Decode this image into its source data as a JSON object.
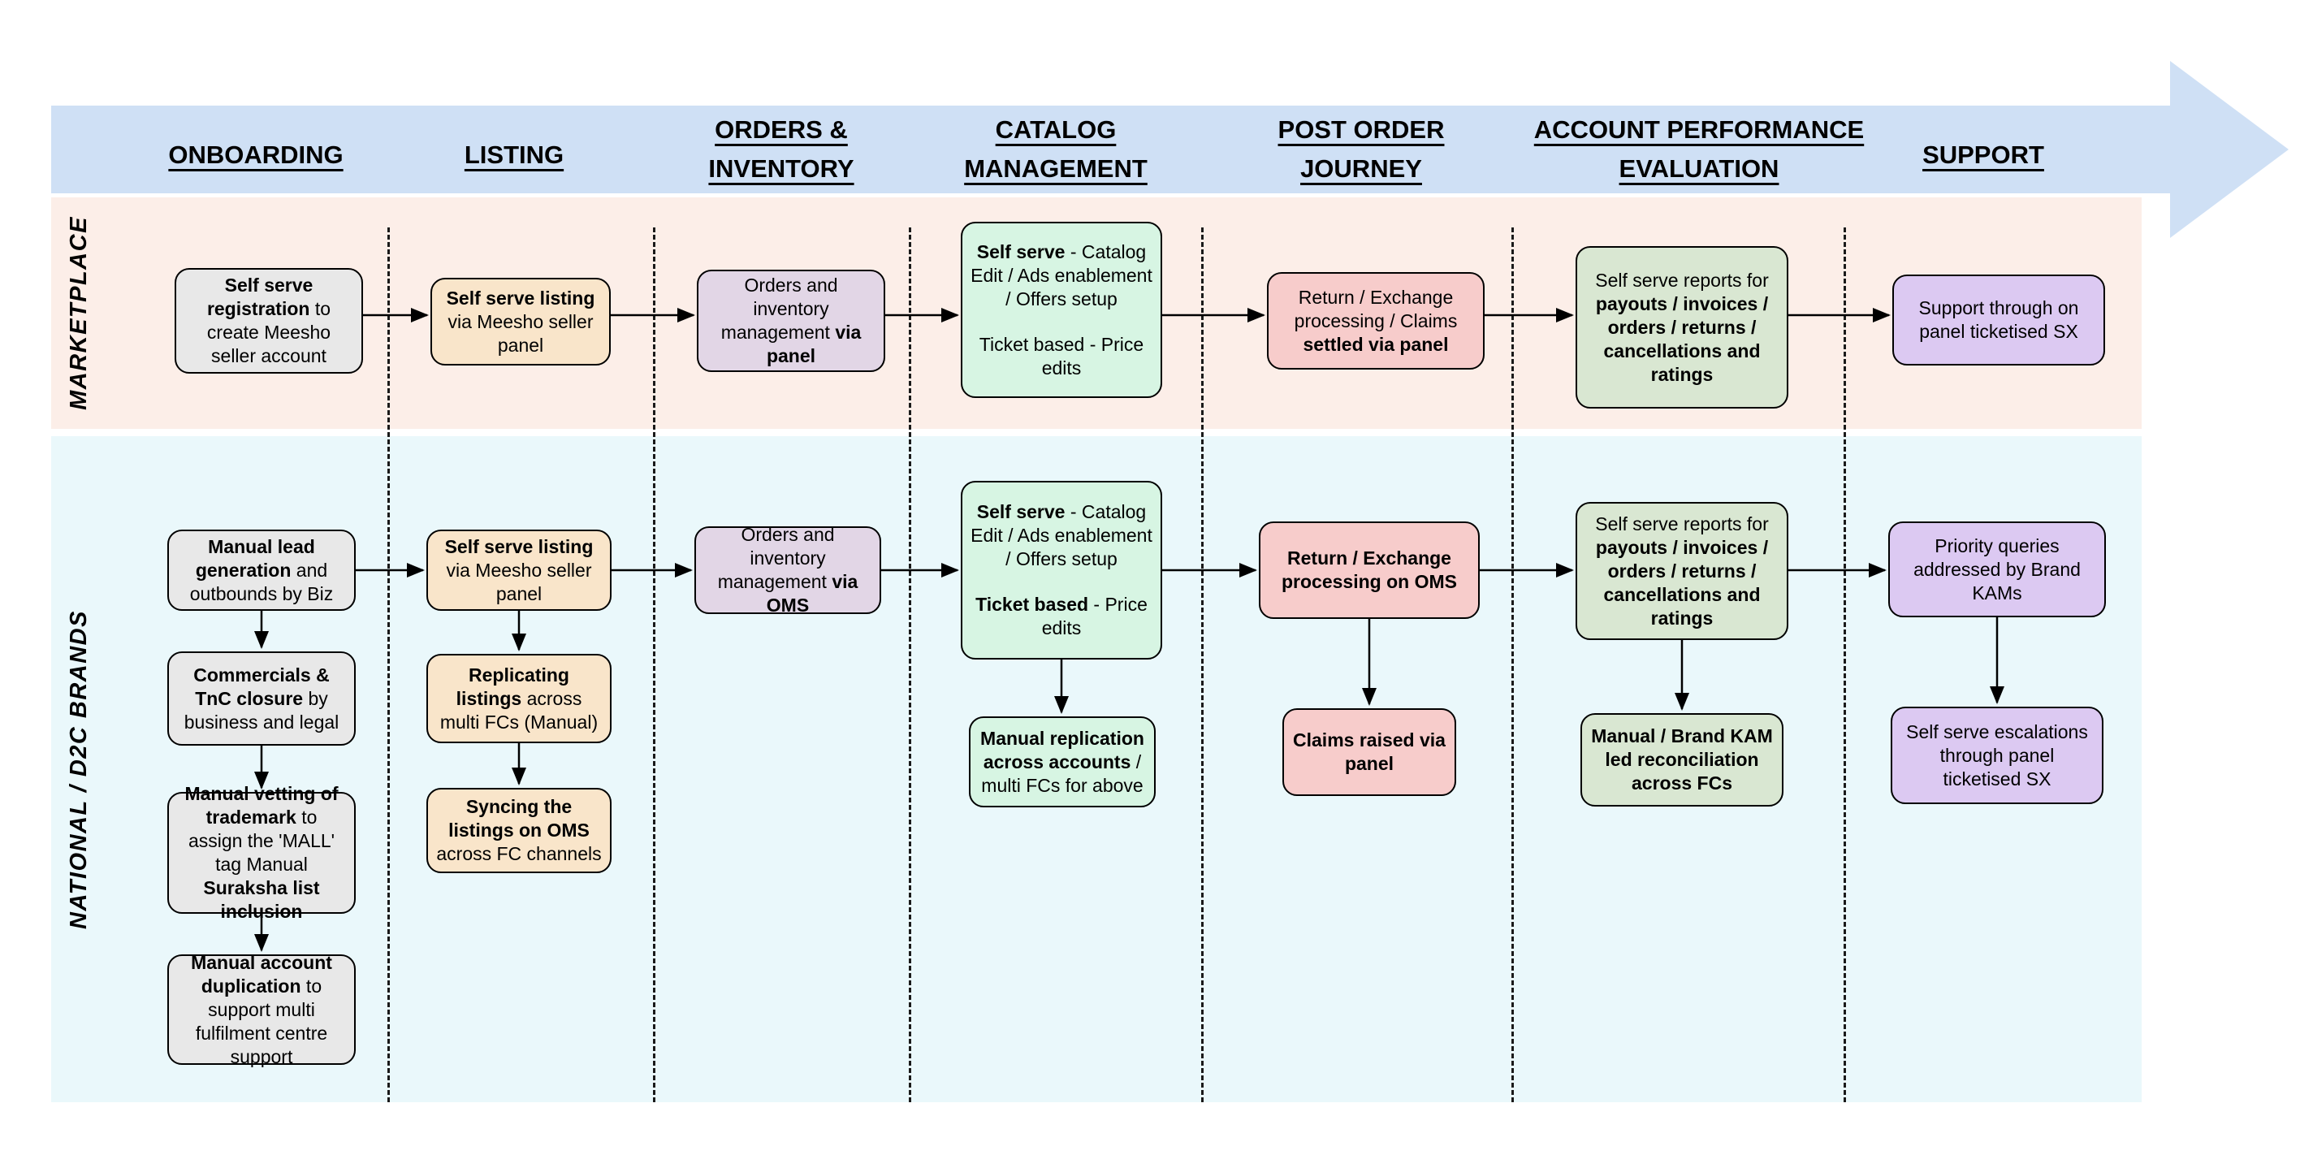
{
  "header": {
    "columns": [
      {
        "label": "ONBOARDING"
      },
      {
        "label": "LISTING"
      },
      {
        "label": "ORDERS & INVENTORY"
      },
      {
        "label": "CATALOG MANAGEMENT"
      },
      {
        "label": "POST ORDER JOURNEY"
      },
      {
        "label": "ACCOUNT PERFORMANCE EVALUATION"
      },
      {
        "label": "SUPPORT"
      }
    ]
  },
  "lanes": {
    "marketplace": "MARKETPLACE",
    "d2c": "NATIONAL / D2C BRANDS"
  },
  "boxes": {
    "mp_onboarding": [
      "Self serve registration",
      " to create Meesho seller account"
    ],
    "mp_listing": [
      "Self serve listing",
      " via Meesho seller panel"
    ],
    "mp_orders": [
      "Orders and inventory management ",
      "via panel"
    ],
    "mp_catalog_line1": [
      "Self serve",
      " - Catalog Edit / Ads enablement / Offers setup"
    ],
    "mp_catalog_line2": [
      "Ticket based - Price edits"
    ],
    "mp_post_order": [
      "Return / Exchange processing / Claims ",
      "settled via panel"
    ],
    "mp_account": [
      "Self serve reports for ",
      "payouts / invoices / orders / returns / cancellations and ratings"
    ],
    "mp_support": [
      "Support through on panel ticketised SX"
    ],
    "d2c_onboarding_1": [
      "Manual lead generation",
      " and outbounds by Biz"
    ],
    "d2c_onboarding_2": [
      "Commercials & TnC closure",
      " by business and legal"
    ],
    "d2c_onboarding_3": [
      "Manual vetting of trademark",
      " to assign the 'MALL' tag Manual ",
      "Suraksha list inclusion"
    ],
    "d2c_onboarding_4": [
      "Manual account duplication",
      " to support multi fulfilment centre support"
    ],
    "d2c_listing_1": [
      "Self serve listing",
      " via Meesho seller panel"
    ],
    "d2c_listing_2": [
      "Replicating listings",
      " across multi FCs (Manual)"
    ],
    "d2c_listing_3": [
      "Syncing the listings on OMS",
      " across FC channels"
    ],
    "d2c_orders": [
      "Orders and inventory management ",
      "via OMS"
    ],
    "d2c_catalog_line1": [
      "Self serve",
      " - Catalog Edit / Ads enablement / Offers setup"
    ],
    "d2c_catalog_line2": [
      "Ticket based",
      " - Price edits"
    ],
    "d2c_catalog_2": [
      "Manual replication across accounts",
      " / multi FCs for above"
    ],
    "d2c_post_order_1": [
      "Return / Exchange processing on OMS"
    ],
    "d2c_post_order_2": [
      "Claims raised via panel"
    ],
    "d2c_account_1": [
      "Self serve reports for ",
      "payouts / invoices / orders / returns / cancellations and ratings"
    ],
    "d2c_account_2": [
      "Manual / Brand KAM led reconciliation across FCs"
    ],
    "d2c_support_1": [
      "Priority queries addressed by Brand KAMs"
    ],
    "d2c_support_2": [
      "Self serve escalations through panel ticketised SX"
    ]
  },
  "colors": {
    "header_band": "#cfe0f5",
    "marketplace_lane": "#fceee8",
    "d2c_lane": "#eaf8fb",
    "gray": "#e8e8e8",
    "orange": "#f9e5ca",
    "purple": "#e2d6e6",
    "mint": "#d7f5e3",
    "red": "#f7cccb",
    "sage": "#d9e7d2",
    "lavender": "#dcc9f2"
  }
}
